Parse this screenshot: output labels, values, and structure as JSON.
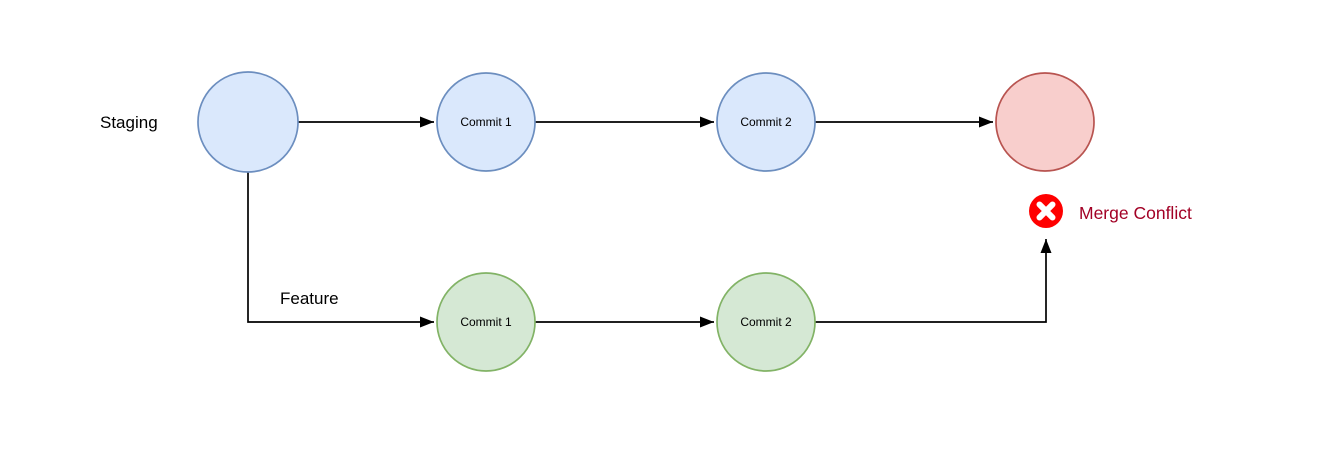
{
  "diagram": {
    "kind": "git-branch-merge-conflict-diagram",
    "background": "#ffffff",
    "connector_color": "#000000",
    "label_color": "#000000"
  },
  "branches": {
    "staging": {
      "label": "Staging",
      "node_fill": "#dae8fc",
      "node_stroke": "#6c8ebf",
      "commits": [
        "Commit 1",
        "Commit 2"
      ]
    },
    "feature": {
      "label": "Feature",
      "node_fill": "#d5e8d4",
      "node_stroke": "#82b366",
      "commits": [
        "Commit 1",
        "Commit 2"
      ]
    }
  },
  "merge": {
    "label": "Merge Conflict",
    "label_color": "#a20025",
    "node_fill": "#f8cecc",
    "node_stroke": "#b85450",
    "icon": "error-x-icon",
    "icon_fill": "#ff0000",
    "icon_cross_color": "#ffffff"
  }
}
